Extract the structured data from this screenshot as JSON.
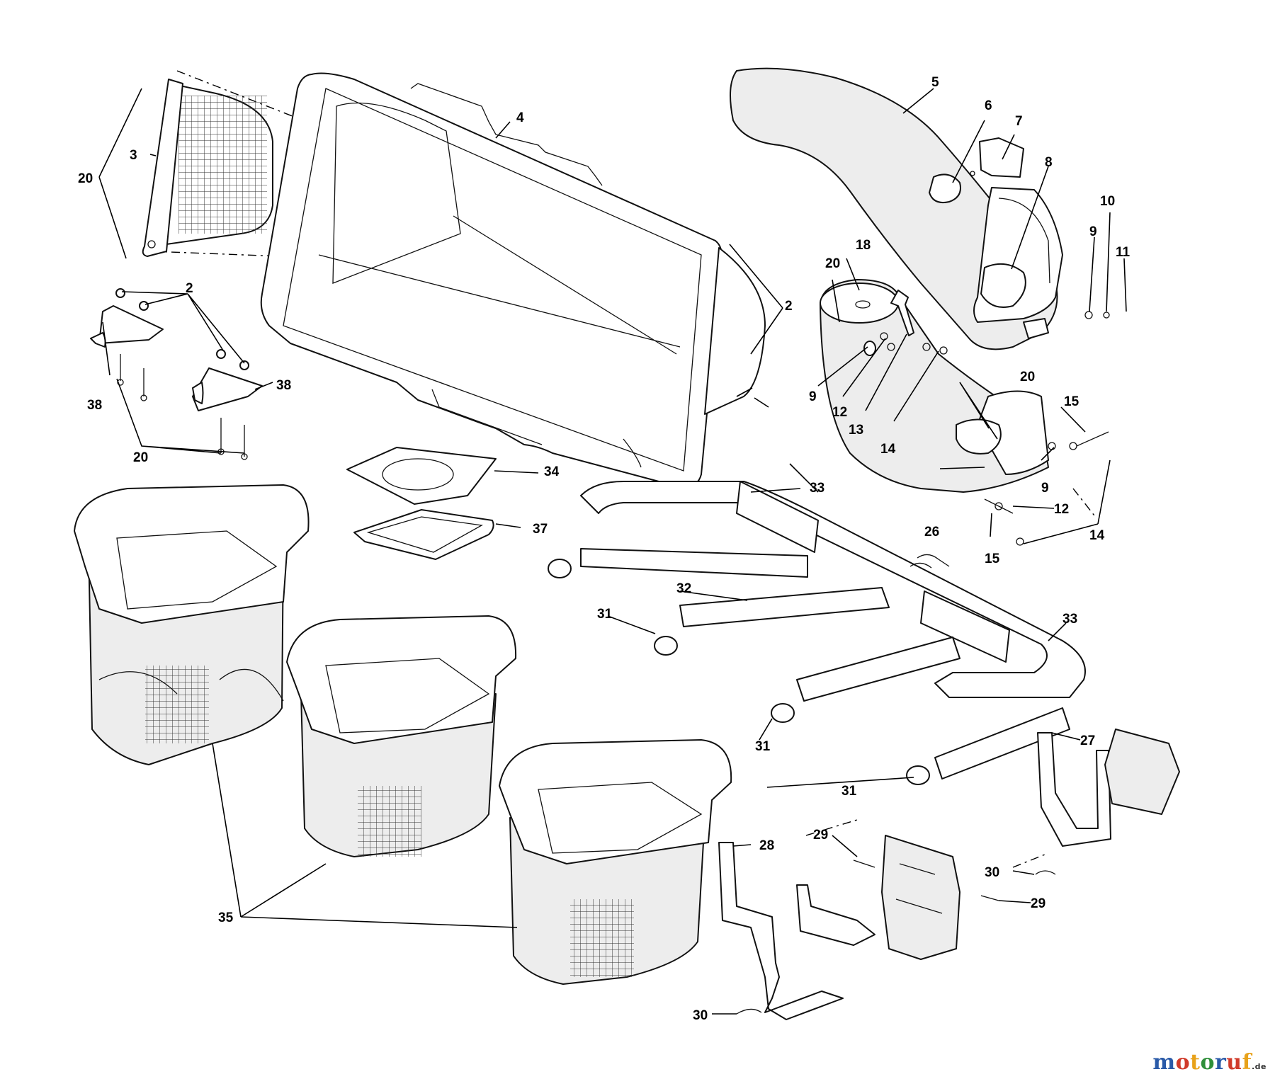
{
  "callouts": {
    "p2": "2",
    "p3": "3",
    "p4": "4",
    "p5": "5",
    "p6": "6",
    "p7": "7",
    "p8": "8",
    "p9": "9",
    "p10": "10",
    "p11": "11",
    "p12": "12",
    "p13": "13",
    "p14": "14",
    "p15": "15",
    "p18": "18",
    "p20": "20",
    "p26": "26",
    "p27": "27",
    "p28": "28",
    "p29": "29",
    "p30": "30",
    "p31": "31",
    "p32": "32",
    "p33": "33",
    "p34": "34",
    "p35": "35",
    "p37": "37",
    "p38": "38"
  },
  "watermark": {
    "letters": [
      "m",
      "o",
      "t",
      "o",
      "r",
      "u",
      "f"
    ],
    "colors": [
      "#2a5aa8",
      "#d03a2a",
      "#e8a21a",
      "#2f8f3a",
      "#2a5aa8",
      "#d03a2a",
      "#e8a21a"
    ],
    "suffix": ".de"
  }
}
